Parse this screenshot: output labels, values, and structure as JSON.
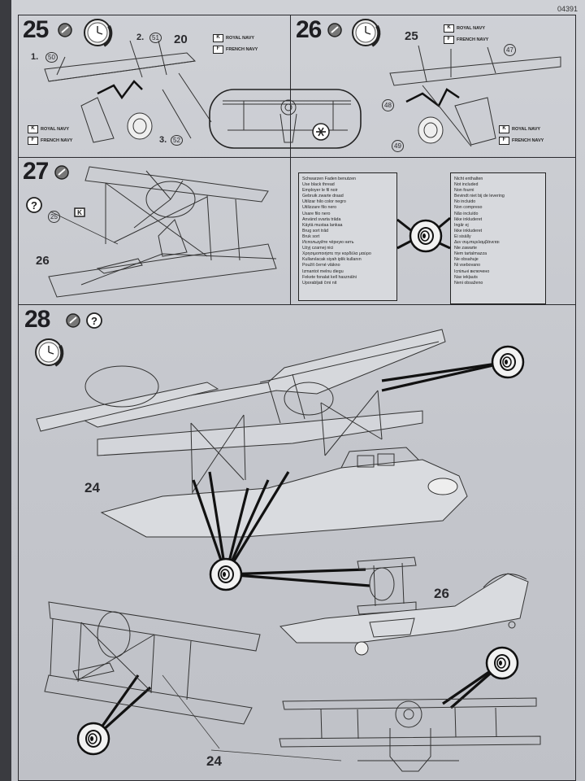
{
  "page_code": "04391",
  "steps": [
    {
      "number": "25",
      "labels": {
        "part1": "1.",
        "part1_circle": "50",
        "part2": "2.",
        "part2_circle": "51",
        "part3": "3.",
        "part3_circle": "52",
        "part20": "20"
      }
    },
    {
      "number": "26",
      "labels": {
        "part25": "25",
        "part47": "47",
        "part48": "48",
        "part49": "49"
      }
    },
    {
      "number": "27",
      "labels": {
        "part25_circle": "25",
        "part26": "26"
      }
    },
    {
      "number": "28",
      "labels": {
        "part24_main": "24",
        "part26_side": "26",
        "part24_bottom": "24"
      }
    }
  ],
  "flags": {
    "royal_navy": "ROYAL NAVY",
    "french_navy": "FRENCH NAVY"
  },
  "thread_instructions": {
    "left": [
      "Schwarzen Faden benutzen",
      "Use black thread",
      "Employer le fil noir",
      "Gebruik zwarte draad",
      "Utilizar hilo color negro",
      "Utilizzare filo nero",
      "Usare filo nero",
      "Använd svarta tråda",
      "Käytä mustaa lankaa",
      "Brug sort tråd",
      "Bruk sort",
      "Используйте чёрную нить",
      "Użyj czarnej nici",
      "Χρησιμοποιήστε την κορδέλα μαύρο",
      "Kullanılacak siyah iplik kullanın",
      "Použít černé vlákno",
      "Izmantot melnu diegu",
      "Fekete fonalat kell használni",
      "Uporabljati črni nit"
    ],
    "right": [
      "Nicht enthalten",
      "Not included",
      "Non fourni",
      "Bevindt niet bij de levering",
      "No incluido",
      "Non compreso",
      "Não incluído",
      "Ikke inkluderet",
      "Ingår ej",
      "Ikke inkluderet",
      "Ei sisälly",
      "Δεν συμπεριλαμβάνεται",
      "Nie zawarte",
      "Nem tartalmazza",
      "Ne obsahuje",
      "Ni vsebovano",
      "Іспільні включено",
      "Nav iekļauts",
      "Neni obsaženo"
    ]
  }
}
